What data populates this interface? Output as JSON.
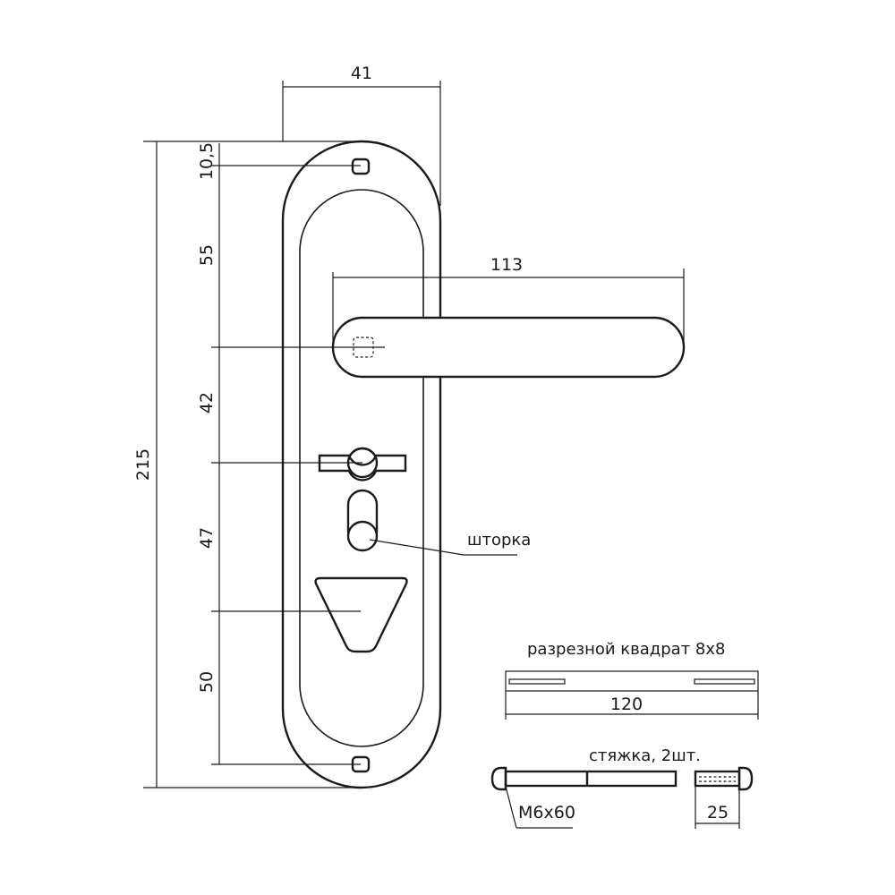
{
  "dimensions": {
    "plate_width": "41",
    "total_height": "215",
    "top_hole_offset": "10,5",
    "hole_to_handle": "55",
    "handle_to_lock": "42",
    "lock_to_cylinder": "47",
    "cylinder_to_bottom_hole": "50",
    "handle_length": "113"
  },
  "labels": {
    "shutter": "шторка",
    "split_square": "разрезной квадрат 8х8",
    "split_square_length": "120",
    "tie_bolt": "стяжка, 2шт.",
    "tie_bolt_size": "М6х60",
    "tie_bolt_length": "25"
  }
}
